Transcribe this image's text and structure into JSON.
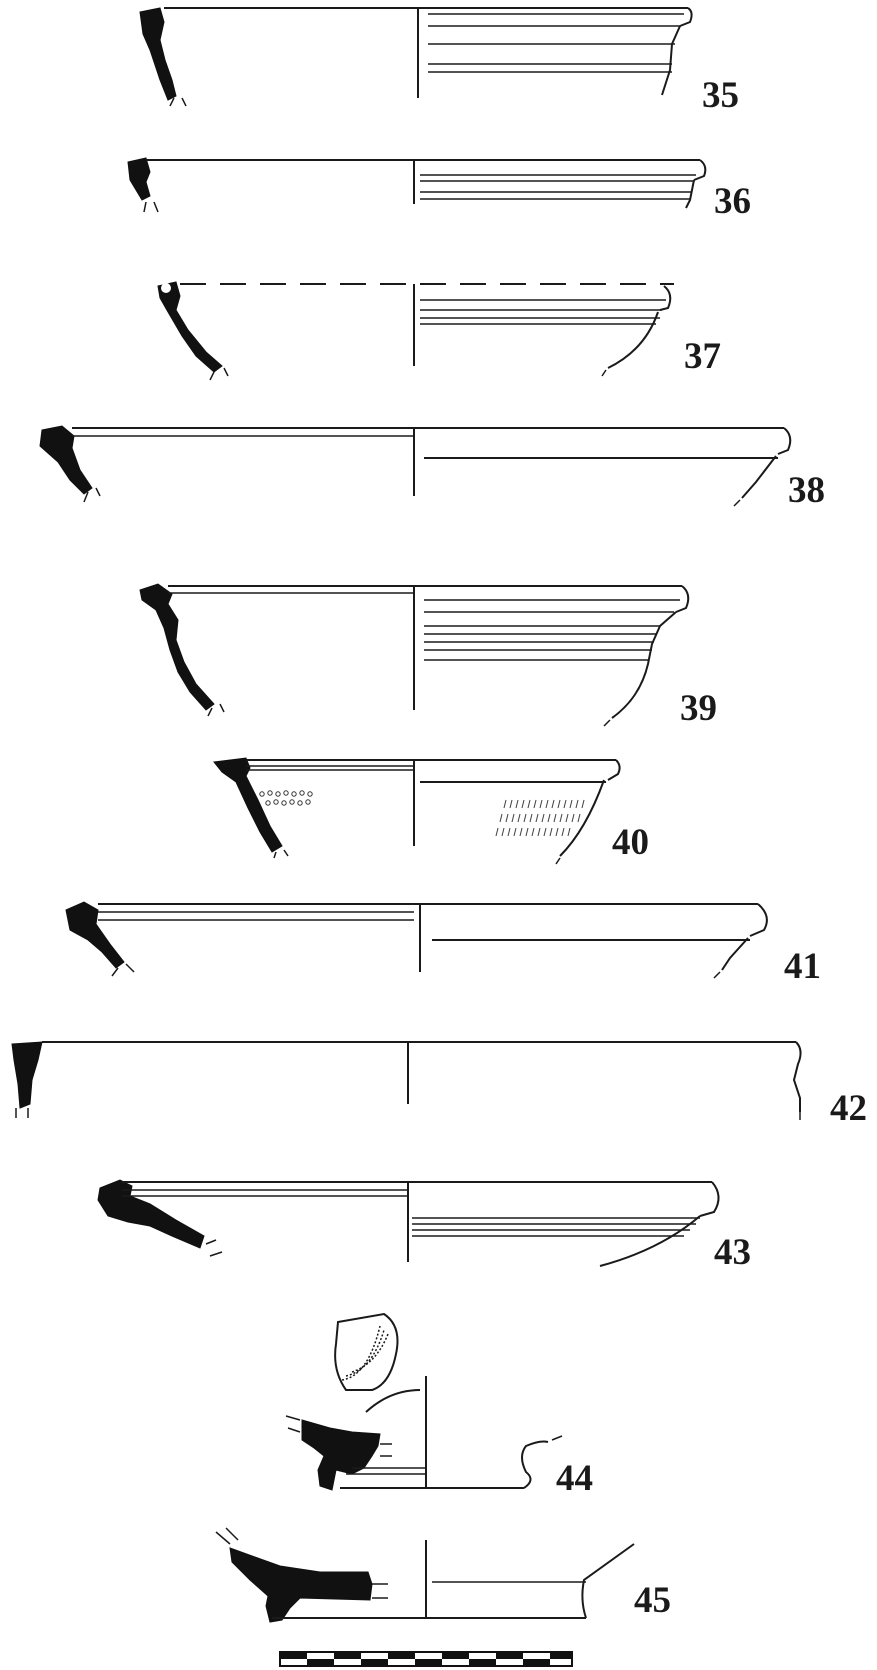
{
  "figure": {
    "labels": [
      "35",
      "36",
      "37",
      "38",
      "39",
      "40",
      "41",
      "42",
      "43",
      "44",
      "45"
    ]
  },
  "colors": {
    "ink": "#1a1a1a",
    "section_fill": "#111111",
    "background": "#ffffff"
  }
}
